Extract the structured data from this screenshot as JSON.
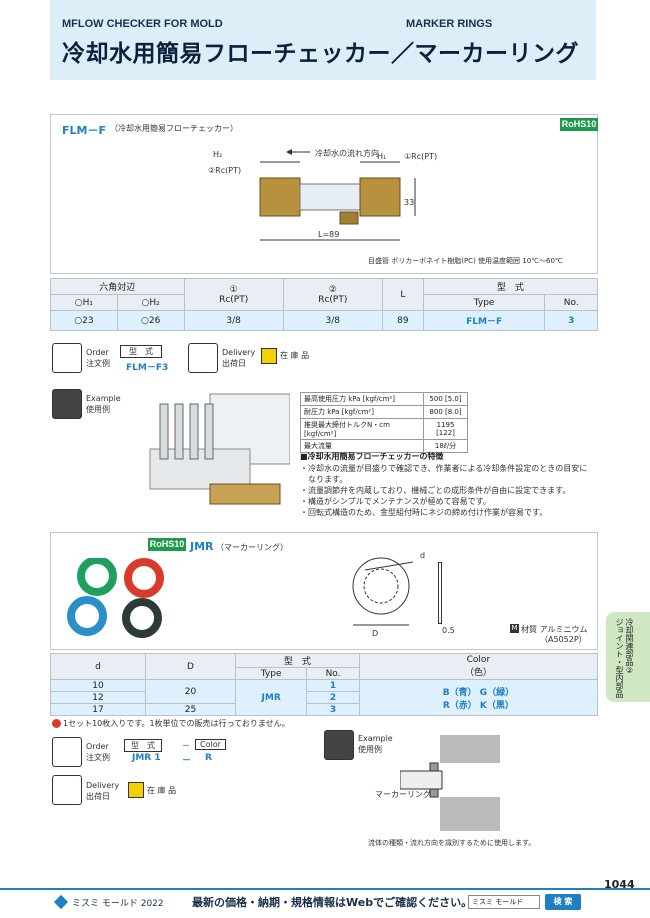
{
  "header": {
    "title_en_left": "MFLOW CHECKER FOR MOLD",
    "title_en_right": "MARKER RINGS",
    "title_jp": "冷却水用簡易フローチェッカー／マーカーリング"
  },
  "flm": {
    "name": "FLM－F",
    "subtitle": "（冷却水用簡易フローチェッカー）",
    "rohs": "RoHS10",
    "labels": {
      "h2": "H₂",
      "h1": "H₁",
      "rc2": "②Rc(PT)",
      "rc1": "①Rc(PT)",
      "flow": "冷却水の流れ方向",
      "dim33": "33",
      "l89": "L=89"
    },
    "material": "目盛管  ポリカーボネイト樹脂(PC)      使用温度範囲  10℃～60℃",
    "table": {
      "h_hex": "六角対辺",
      "h_h1": "○H₁",
      "h_h2": "○H₂",
      "h_rc1": "①\nRc(PT)",
      "h_rc1a": "①",
      "h_rc1b": "Rc(PT)",
      "h_rc2a": "②",
      "h_rc2b": "Rc(PT)",
      "h_l": "L",
      "h_model": "型　式",
      "h_type": "Type",
      "h_no": "No.",
      "row": {
        "h1": "○23",
        "h2": "○26",
        "rc1": "3/8",
        "rc2": "3/8",
        "l": "89",
        "type": "FLM－F",
        "no": "3"
      }
    },
    "order": {
      "label_en": "Order",
      "label_jp": "注文例",
      "model_hdr": "型　式",
      "model": "FLM－F3"
    },
    "delivery": {
      "label_en": "Delivery",
      "label_jp": "出荷日",
      "stock": "在 庫 品"
    },
    "example": {
      "label_en": "Example",
      "label_jp": "使用例"
    },
    "spec": [
      [
        "最高使用圧力 kPa [kgf/cm²]",
        "500 [5.0]"
      ],
      [
        "耐圧力 kPa [kgf/cm²]",
        "800 [8.0]"
      ],
      [
        "推奨最大締付トルクN・cm [kgf/cm²]",
        "1195 [122]"
      ],
      [
        "最大流量",
        "18ℓ/分"
      ]
    ],
    "features_title": "■冷却水用簡易フローチェッカーの特徴",
    "features": [
      "・冷却水の流量が目盛りで確認でき、作業者による冷却条件設定のときの目安に",
      "　なります。",
      "・流量調節弁を内蔵しており、機械ごとの成形条件が自由に設定できます。",
      "・構造がシンプルでメンテナンスが極めて容易です。",
      "・回転式構造のため、金型組付時にネジの締め付け作業が容易です。"
    ]
  },
  "jmr": {
    "name": "JMR",
    "subtitle": "（マーカーリング）",
    "rohs": "RoHS10",
    "labels": {
      "d": "d",
      "D": "D",
      "t": "0.5"
    },
    "material_icon": "M",
    "material": "材質  アルミニウム",
    "material2": "（A5052P）",
    "table": {
      "h_d": "d",
      "h_D": "D",
      "h_model": "型　式",
      "h_type": "Type",
      "h_no": "No.",
      "h_color": "Color",
      "h_color2": "（色）",
      "rows": [
        {
          "d": "10",
          "no": "1"
        },
        {
          "d": "12",
          "no": "2"
        },
        {
          "d": "17",
          "no": "3"
        }
      ],
      "D_20": "20",
      "D_25": "25",
      "type": "JMR",
      "colors1": "B（青） G（緑）",
      "colors2": "R（赤） K（黒）"
    },
    "note": "1セット10枚入りです。1枚単位での販売は行っておりません。",
    "order": {
      "label_en": "Order",
      "label_jp": "注文例",
      "model_hdr": "型　式",
      "dash": "－",
      "color_hdr": "Color",
      "model": "JMR 1",
      "color": "R"
    },
    "delivery": {
      "label_en": "Delivery",
      "label_jp": "出荷日",
      "stock": "在 庫 品"
    },
    "example": {
      "label_en": "Example",
      "label_jp": "使用例",
      "ring_label": "マーカーリング"
    },
    "caption": "流体の種類・流れ方向を識別するために使用します。"
  },
  "side_tab": {
    "line1": "冷却関連部品②",
    "line2": "ジョイント・型内部品"
  },
  "footer": {
    "brand": "ミスミ モールド 2022",
    "message": "最新の価格・納期・規格情報はWebでご確認ください。",
    "search_text": "ミスミ モールド",
    "search_btn": "検 索",
    "page": "1044"
  },
  "colors": {
    "accent": "#1f7fc4",
    "header_bg": "#dceef8",
    "rohs": "#1f9a4a"
  }
}
